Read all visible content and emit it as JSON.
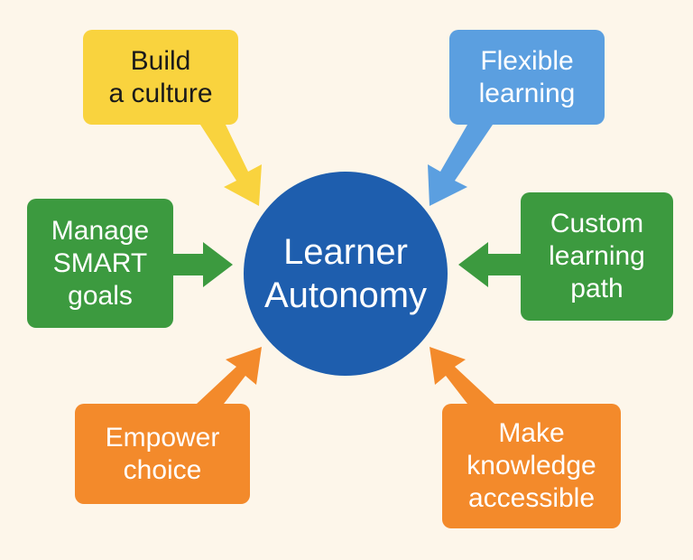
{
  "center": {
    "lines": [
      "Learner",
      "Autonomy"
    ]
  },
  "nodes": {
    "build_culture": {
      "lines": [
        "Build",
        "a culture"
      ]
    },
    "flexible_learning": {
      "lines": [
        "Flexible",
        "learning"
      ]
    },
    "manage_goals": {
      "lines": [
        "Manage",
        "SMART",
        "goals"
      ]
    },
    "custom_path": {
      "lines": [
        "Custom",
        "learning",
        "path"
      ]
    },
    "empower_choice": {
      "lines": [
        "Empower",
        "choice"
      ]
    },
    "knowledge_accessible": {
      "lines": [
        "Make",
        "knowledge",
        "accessible"
      ]
    }
  },
  "colors": {
    "background": "#fdf6ea",
    "center": "#1e5eae",
    "yellow": "#f9d33e",
    "blue": "#5b9fe0",
    "green": "#3c9a3f",
    "orange": "#f38a2b"
  }
}
